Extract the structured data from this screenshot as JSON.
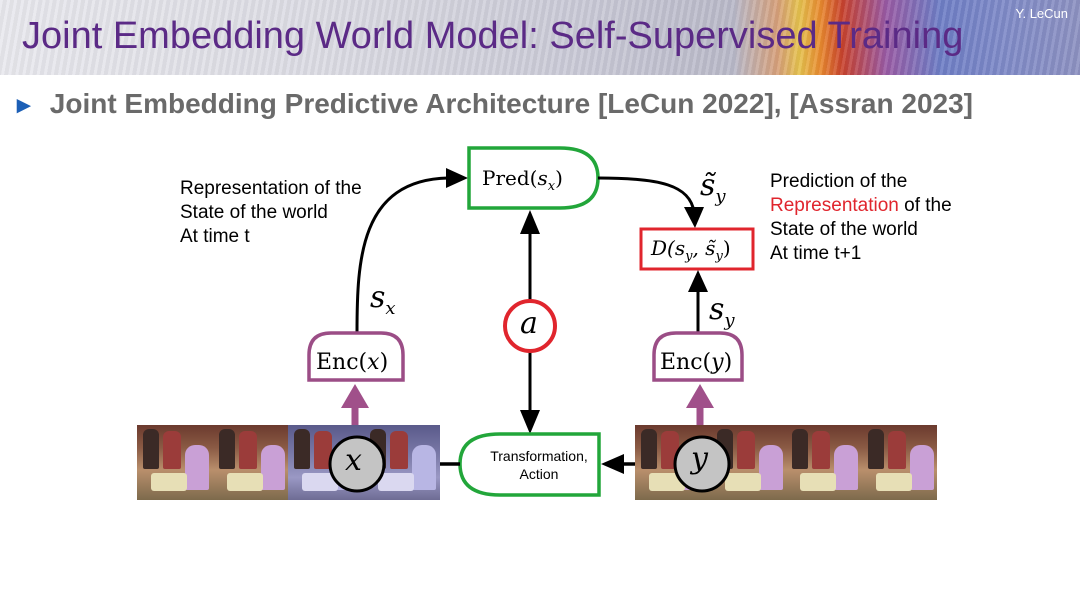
{
  "header": {
    "title": "Joint Embedding World Model: Self-Supervised Training",
    "author": "Y. LeCun"
  },
  "bullet": {
    "marker": "►",
    "text": "Joint Embedding Predictive Architecture [LeCun 2022], [Assran 2023]"
  },
  "labels": {
    "repr_line1": "Representation of the",
    "repr_line2": "State of the world",
    "repr_line3": "At time t",
    "pred_line1": "Prediction of the",
    "pred_red": "Representation",
    "pred_line2_rest": " of the",
    "pred_line3": "State of the world",
    "pred_line4": "At time t+1"
  },
  "nodes": {
    "pred_prefix": "Pred(",
    "pred_var": "s",
    "pred_sub": "x",
    "pred_suffix": ")",
    "d_label": "D(s",
    "d_sub_y": "y",
    "d_mid": ", s̃",
    "d_sub_y2": "y",
    "d_suffix": ")",
    "enc_x_prefix": "Enc(",
    "enc_x_var": "x",
    "enc_x_suffix": ")",
    "enc_y_prefix": "Enc(",
    "enc_y_var": "y",
    "enc_y_suffix": ")",
    "a": "a",
    "x": "x",
    "y": "y",
    "transform_line1": "Transformation,",
    "transform_line2": "Action"
  },
  "edge_labels": {
    "sx_var": "s",
    "sx_sub": "x",
    "sy_var": "s",
    "sy_sub": "y",
    "sty_var": "s̃",
    "sty_sub": "y"
  },
  "colors": {
    "title": "#5b2a86",
    "bullet_marker": "#1c5fb6",
    "green_box": "#22a63a",
    "red_box": "#e0252d",
    "encoder_box": "#9b4d86",
    "encoder_arrow": "#a0508a",
    "highlight_text": "#e0252d"
  }
}
